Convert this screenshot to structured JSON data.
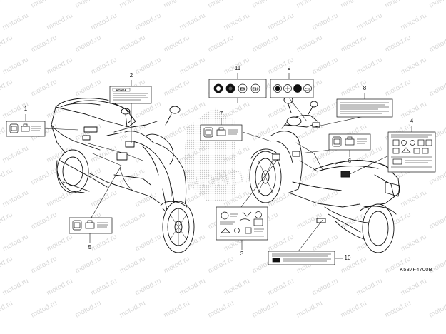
{
  "watermark_text": "motod.ru",
  "diagram_code": "K537F4700B",
  "callouts": [
    {
      "number": "1"
    },
    {
      "number": "2"
    },
    {
      "number": "3"
    },
    {
      "number": "4"
    },
    {
      "number": "5"
    },
    {
      "number": "6"
    },
    {
      "number": "7"
    },
    {
      "number": "8"
    },
    {
      "number": "9"
    },
    {
      "number": "10"
    },
    {
      "number": "11"
    }
  ],
  "label_texts": {
    "brand_label": "HONDA",
    "side_brand": "HONDA",
    "tire_e6": "E6",
    "tire_e10": "E10",
    "tire_e10_b": "E10"
  },
  "colors": {
    "line": "#111111",
    "watermark": "#d9d9d9",
    "halftone": "#cfcfcf"
  }
}
